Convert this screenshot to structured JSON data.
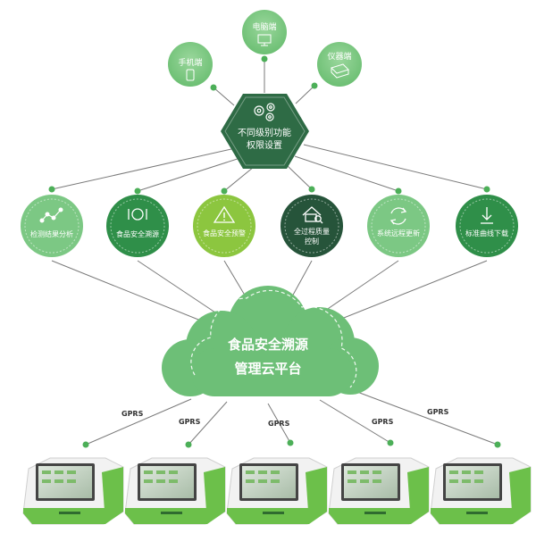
{
  "terminals": [
    {
      "label": "手机端"
    },
    {
      "label": "电脑端"
    },
    {
      "label": "仪器端"
    }
  ],
  "hub": {
    "line1": "不同级别功能",
    "line2": "权限设置"
  },
  "modules": [
    {
      "lines": [
        "检测结果分析"
      ]
    },
    {
      "lines": [
        "食品安全溯源"
      ]
    },
    {
      "lines": [
        "食品安全预警"
      ]
    },
    {
      "lines": [
        "全过程质量",
        "控制"
      ]
    },
    {
      "lines": [
        "系统远程更新"
      ]
    },
    {
      "lines": [
        "标准曲线下载"
      ]
    }
  ],
  "cloud": {
    "line1": "食品安全溯源",
    "line2": "管理云平台"
  },
  "gprs_label": "GPRS",
  "colors": {
    "dark_green": "#2f7a4c",
    "green": "#2f9b53",
    "light_green": "#6fc27a",
    "line": "#7a7a7a",
    "device_green": "#5cb84a"
  }
}
